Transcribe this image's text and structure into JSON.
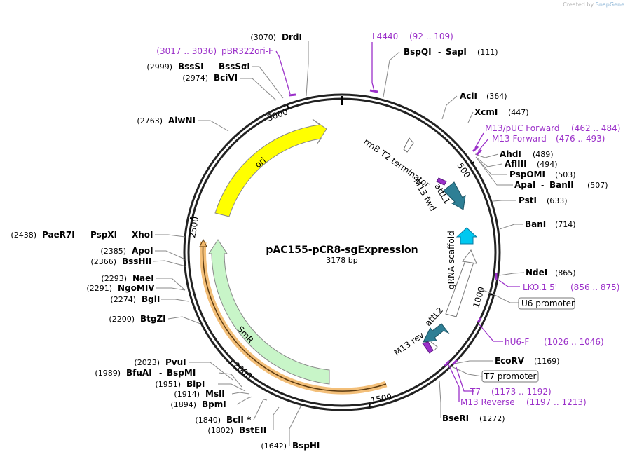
{
  "title": "pAC155-pCR8-sgExpression",
  "length_label": "3178 bp",
  "credit": {
    "prefix": "Created by",
    "brand": "SnapGene"
  },
  "tick_labels": [
    "500",
    "1000",
    "1500",
    "2000",
    "2500",
    "3000"
  ],
  "colors": {
    "ori": "#ffff00",
    "smr": "#c8f5c8",
    "attL": "#2e7f95",
    "scaffold": "#00c8f0",
    "primer": "#9b30c9",
    "orf_highlight": "#f2b86a"
  },
  "sites": [
    {
      "name": "DrdI",
      "pos": "(3070)"
    },
    {
      "name": "BspQI",
      "sep": "-",
      "name2": "SapI",
      "pos": "(111)"
    },
    {
      "name": "AclI",
      "pos": "(364)"
    },
    {
      "name": "XcmI",
      "pos": "(447)"
    },
    {
      "name": "AhdI",
      "pos": "(489)"
    },
    {
      "name": "AflIII",
      "pos": "(494)"
    },
    {
      "name": "PspOMI",
      "pos": "(503)"
    },
    {
      "name": "ApaI",
      "sep": "-",
      "name2": "BanII",
      "pos": "(507)"
    },
    {
      "name": "PstI",
      "pos": "(633)"
    },
    {
      "name": "BanI",
      "pos": "(714)"
    },
    {
      "name": "NdeI",
      "pos": "(865)"
    },
    {
      "name": "EcoRV",
      "pos": "(1169)"
    },
    {
      "name": "BseRI",
      "pos": "(1272)"
    },
    {
      "name": "BspHI",
      "pos": "(1642)"
    },
    {
      "name": "BstEII",
      "pos": "(1802)"
    },
    {
      "name": "BclI *",
      "pos": "(1840)"
    },
    {
      "name": "BpmI",
      "pos": "(1894)"
    },
    {
      "name": "MslI",
      "pos": "(1914)"
    },
    {
      "name": "BlpI",
      "pos": "(1951)"
    },
    {
      "name": "BfuAI",
      "sep": "-",
      "name2": "BspMI",
      "pos": "(1989)"
    },
    {
      "name": "PvuI",
      "pos": "(2023)"
    },
    {
      "name": "BtgZI",
      "pos": "(2200)"
    },
    {
      "name": "BglI",
      "pos": "(2274)"
    },
    {
      "name": "NgoMIV",
      "pos": "(2291)"
    },
    {
      "name": "NaeI",
      "pos": "(2293)"
    },
    {
      "name": "BssHII",
      "pos": "(2366)"
    },
    {
      "name": "ApoI",
      "pos": "(2385)"
    },
    {
      "name": "PaeR7I",
      "sep": "-",
      "name2": "PspXI",
      "sep2": "-",
      "name3": "XhoI",
      "pos": "(2438)"
    },
    {
      "name": "AlwNI",
      "pos": "(2763)"
    },
    {
      "name": "BciVI",
      "pos": "(2974)"
    },
    {
      "name": "BssSI",
      "sep": "-",
      "name2": "BssSαI",
      "pos": "(2999)"
    }
  ],
  "primers": [
    {
      "name": "L4440",
      "range": "(92 .. 109)"
    },
    {
      "name": "pBR322ori-F",
      "range": "(3017 .. 3036)"
    },
    {
      "name": "M13/pUC Forward",
      "range": "(462 .. 484)"
    },
    {
      "name": "M13 Forward",
      "range": "(476 .. 493)"
    },
    {
      "name": "LKO.1 5'",
      "range": "(856 .. 875)"
    },
    {
      "name": "hU6-F",
      "range": "(1026 .. 1046)"
    },
    {
      "name": "T7",
      "range": "(1173 .. 1192)"
    },
    {
      "name": "M13 Reverse",
      "range": "(1197 .. 1213)"
    }
  ],
  "features": {
    "ori": "ori",
    "smr": "SmR",
    "rrnb": "rrnB T2 terminator",
    "m13fwd": "M13 fwd",
    "attl1": "attL1",
    "grna": "gRNA scaffold",
    "attl2": "attL2",
    "m13rev": "M13 rev",
    "u6": "U6 promoter",
    "t7": "T7 promoter"
  }
}
